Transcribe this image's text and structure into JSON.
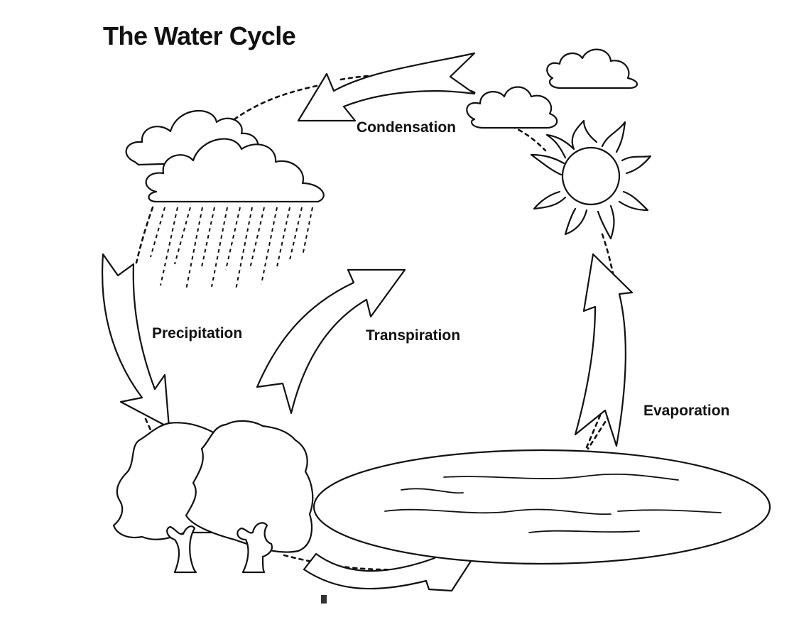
{
  "diagram": {
    "title": "The Water Cycle",
    "labels": {
      "condensation": "Condensation",
      "precipitation": "Precipitation",
      "transpiration": "Transpiration",
      "evaporation": "Evaporation"
    },
    "icons": [
      "rain-cloud-icon",
      "cloud-icon",
      "sun-icon",
      "trees-icon",
      "lake-icon",
      "arrow-icon"
    ],
    "colors": {
      "line": "#111111",
      "background": "#ffffff"
    }
  }
}
